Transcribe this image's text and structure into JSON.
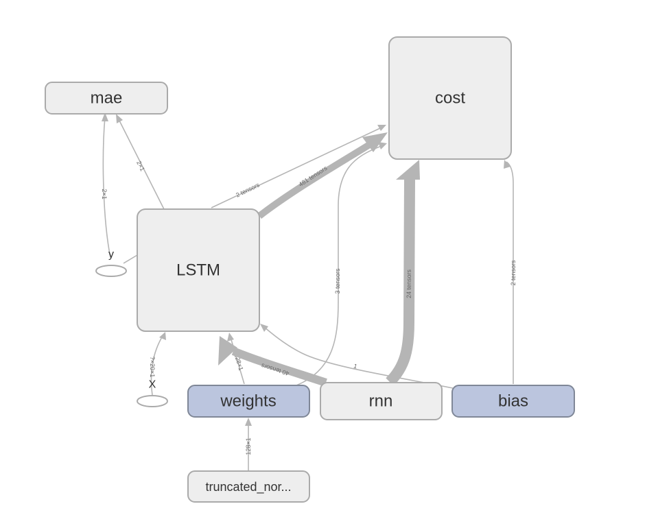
{
  "colors": {
    "group_fill": "#eeeeee",
    "group_stroke": "#aaaaaa",
    "variable_fill": "#bbc5de",
    "variable_stroke": "#7f8797",
    "edge": "#b5b5b5",
    "text": "#333333"
  },
  "nodes": {
    "mae": "mae",
    "cost": "cost",
    "lstm": "LSTM",
    "y": "y",
    "x": "X",
    "weights": "weights",
    "rnn": "rnn",
    "bias": "bias",
    "truncated": "truncated_nor..."
  },
  "edge_labels": {
    "y_to_mae": "2×1",
    "lstm_to_mae": "2×1",
    "lstm_to_cost_small": "2 tensors",
    "lstm_to_cost_big": "481 tensors",
    "rnn_to_cost_3": "3 tensors",
    "rnn_to_cost_24": "24 tensors",
    "bias_to_cost": "2 tensors",
    "x_to_lstm": "?×20×1",
    "weights_to_lstm": "128×1",
    "rnn_to_lstm": "40 tensors",
    "bias_to_lstm": "1",
    "trunc_to_weights": "128×1"
  }
}
